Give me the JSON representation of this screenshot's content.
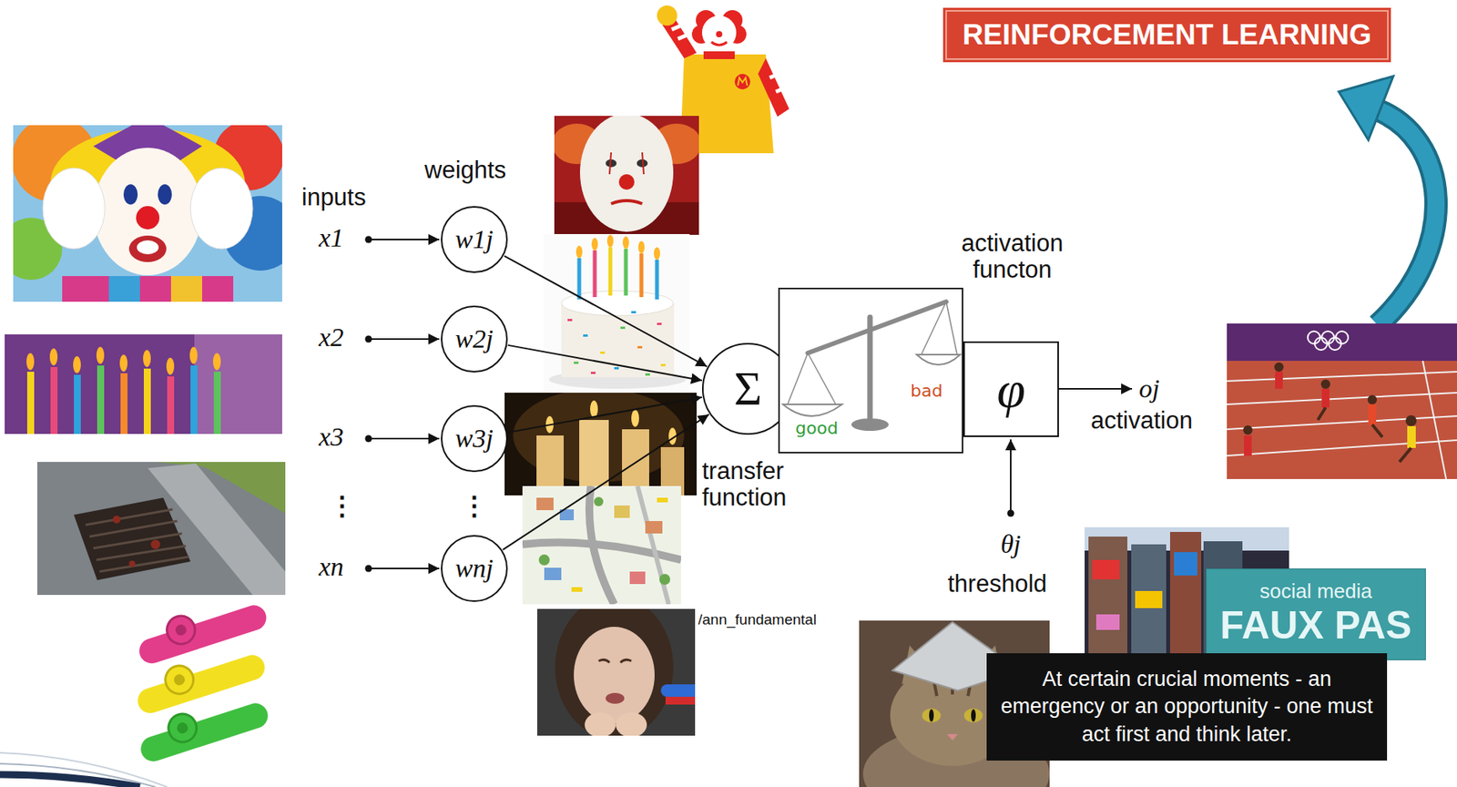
{
  "diagram": {
    "nodes": [
      {
        "text": [
          "REINFORCEMENT LEARNING"
        ]
      },
      {
        "text": [
          "w1j"
        ]
      },
      {
        "text": [
          "w2j"
        ]
      },
      {
        "text": [
          "w3j"
        ]
      },
      {
        "text": [
          "wnj"
        ]
      },
      {
        "text": [
          "Σ"
        ]
      },
      {
        "text": [
          "good",
          "bad"
        ]
      },
      {
        "text": [
          "φ"
        ]
      },
      {
        "text": [
          "social media",
          "FAUX PAS"
        ]
      },
      {
        "text": [
          "At certain crucial moments - an emergency or an opportunity - one must act first and think later."
        ]
      }
    ],
    "edges": [
      {
        "from": 1,
        "to": 5,
        "arrow": "to"
      },
      {
        "from": 2,
        "to": 5,
        "arrow": "to"
      },
      {
        "from": 3,
        "to": 5,
        "arrow": "to"
      },
      {
        "from": 4,
        "to": 5,
        "arrow": "to"
      }
    ],
    "labels": [
      "inputs",
      "weights",
      "x1",
      "x2",
      "x3",
      "⋮",
      "xn",
      "⋮",
      "transfer function",
      "activation functon",
      "oj",
      "activation",
      "θj",
      "threshold",
      "/ann_fundamental"
    ]
  }
}
